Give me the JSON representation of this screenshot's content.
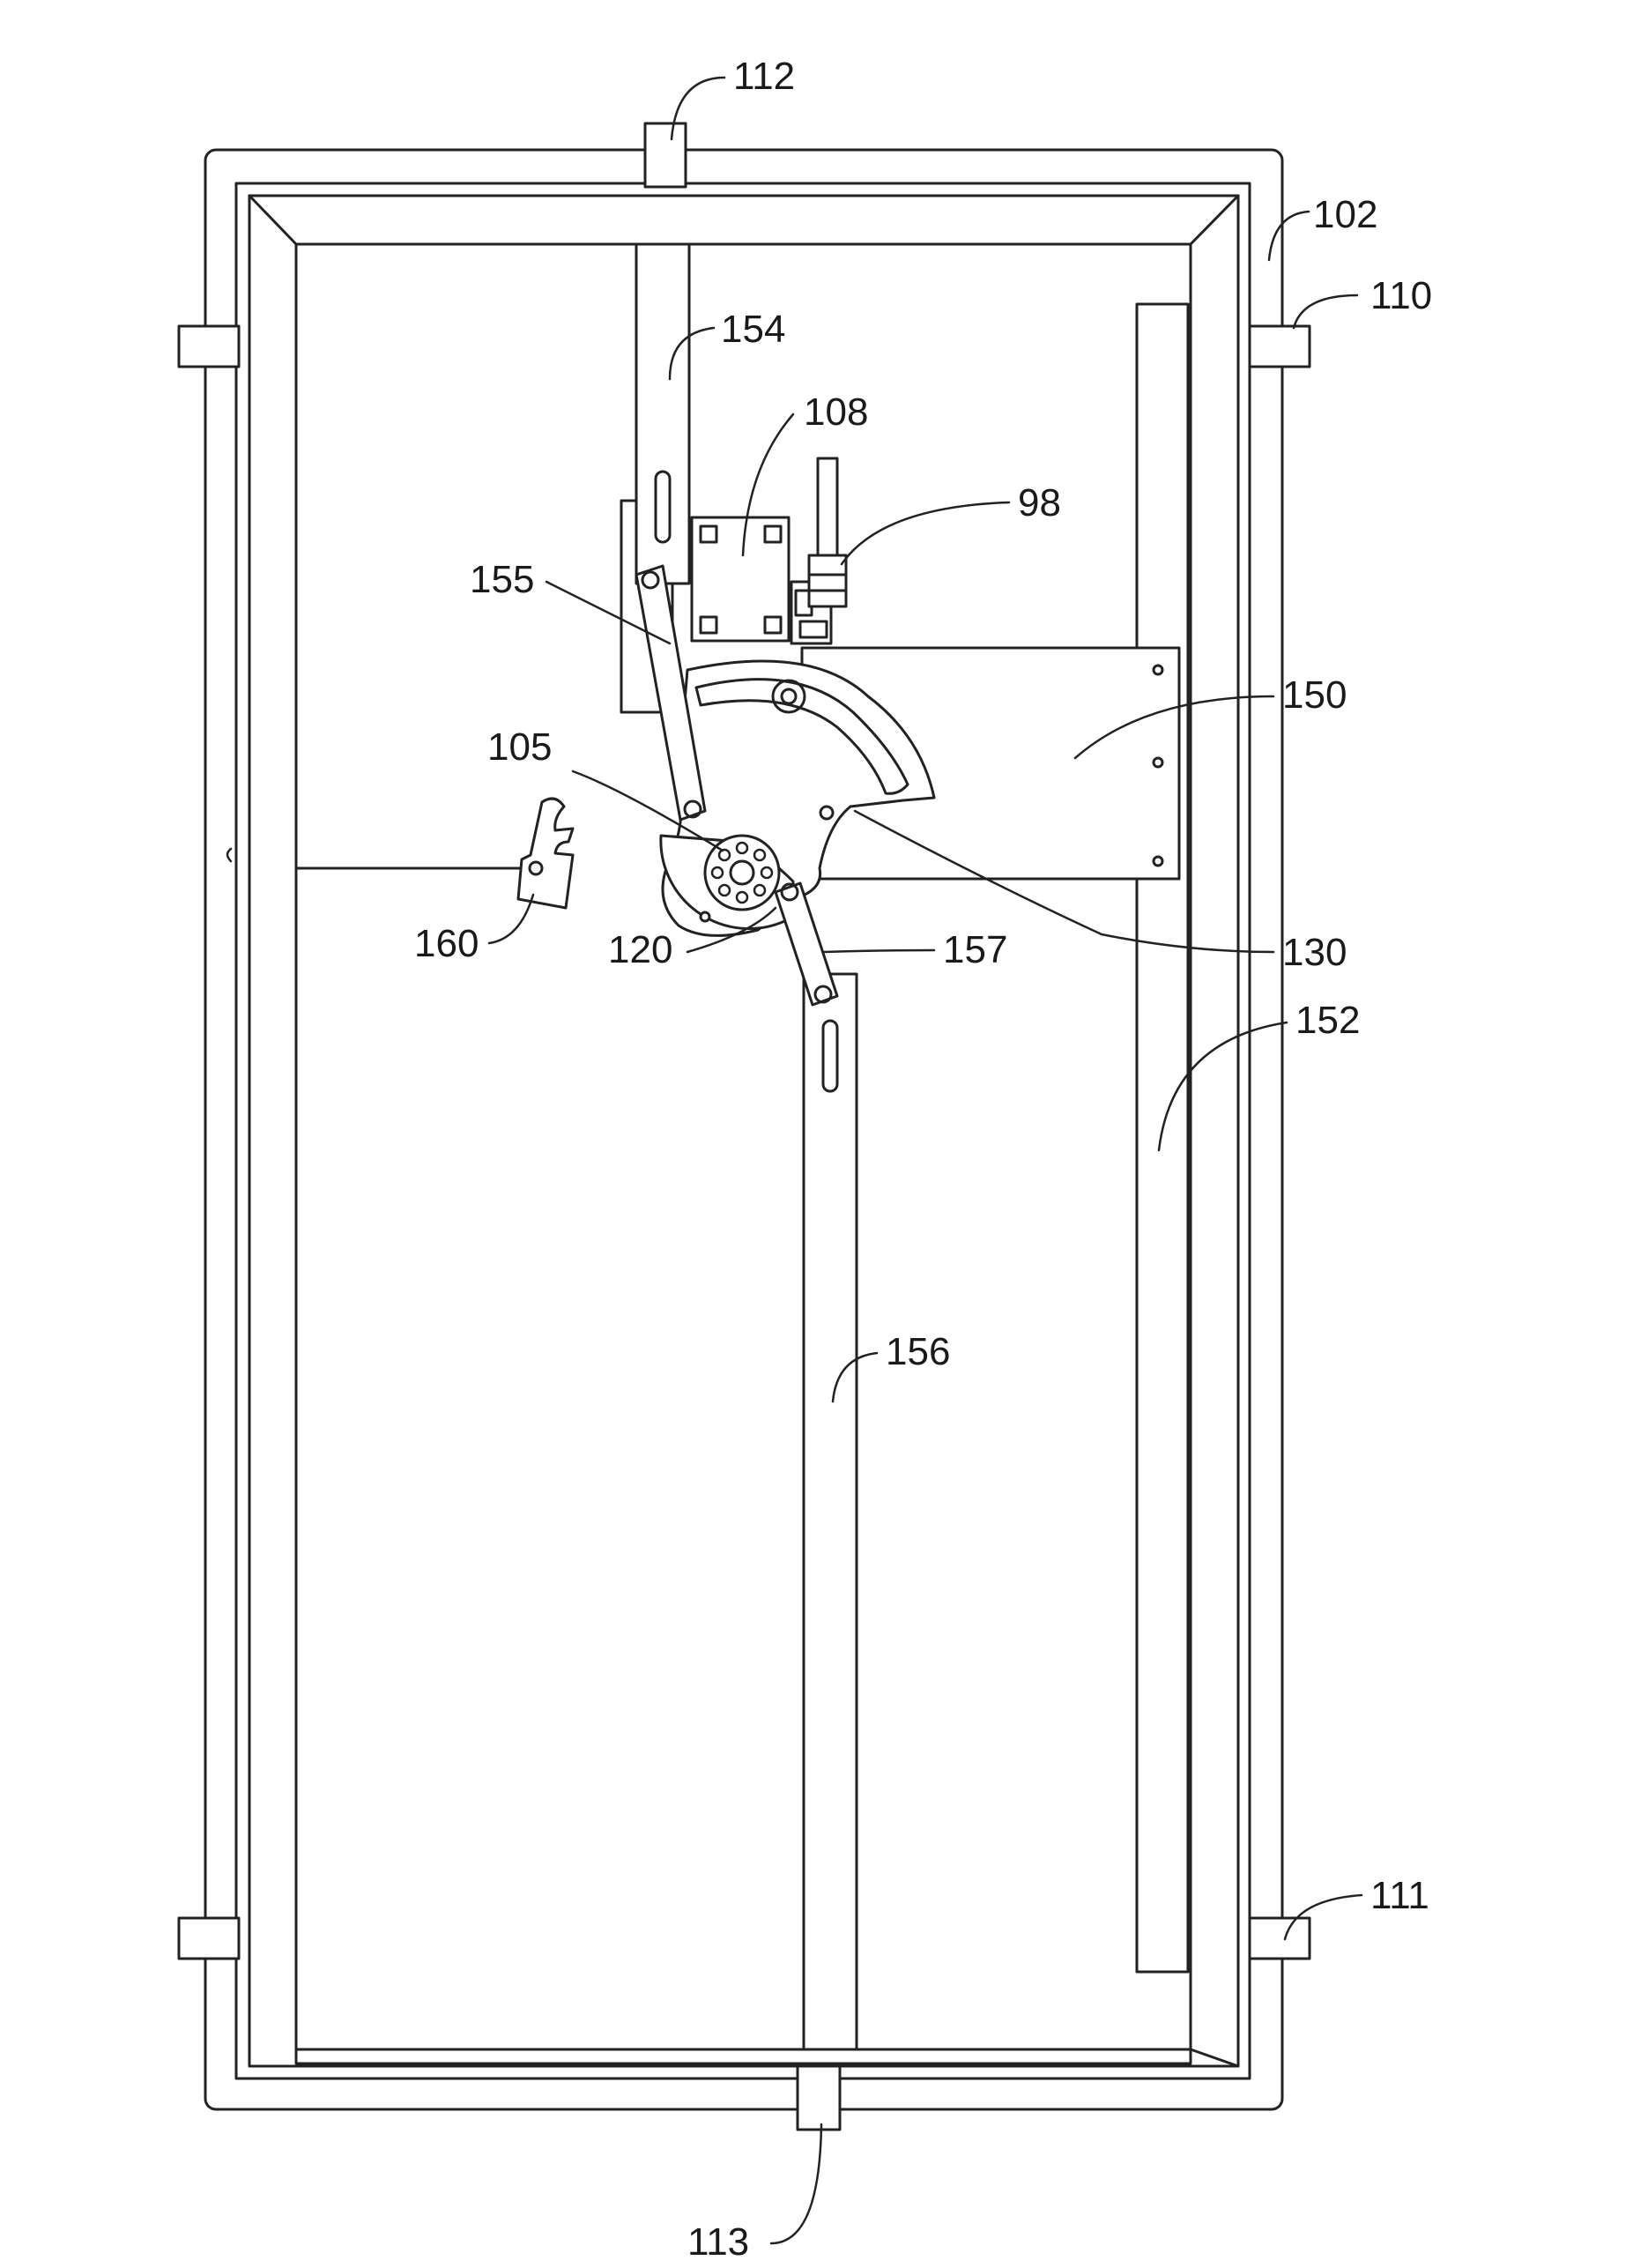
{
  "figure": {
    "labels": {
      "ref_98": "98",
      "ref_102": "102",
      "ref_105": "105",
      "ref_108": "108",
      "ref_110": "110",
      "ref_111": "111",
      "ref_112": "112",
      "ref_113": "113",
      "ref_120": "120",
      "ref_130": "130",
      "ref_150": "150",
      "ref_152": "152",
      "ref_154": "154",
      "ref_155": "155",
      "ref_156": "156",
      "ref_157": "157",
      "ref_160": "160"
    }
  }
}
